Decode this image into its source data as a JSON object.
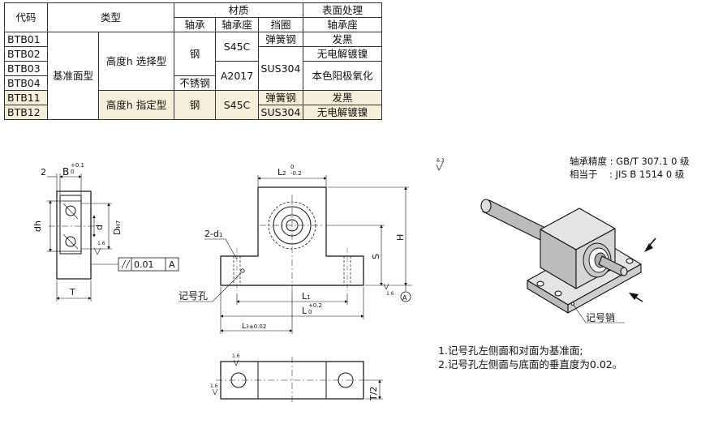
{
  "table": {
    "headers": {
      "code": "代码",
      "type": "类型",
      "material": "材质",
      "surface": "表面处理",
      "bearing": "轴承",
      "housing": "轴承座",
      "ring": "挡圈",
      "surface_housing": "轴承座"
    },
    "codes": [
      "BTB01",
      "BTB02",
      "BTB03",
      "BTB04",
      "BTB11",
      "BTB12"
    ],
    "type_main": "基准面型",
    "subtype_select": "高度h 选择型",
    "subtype_fixed": "高度h 指定型",
    "bearing_steel": "钢",
    "bearing_stainless": "不锈钢",
    "housing_s45c": "S45C",
    "housing_a2017": "A2017",
    "ring_spring": "弹簧钢",
    "ring_sus": "SUS304",
    "surf_black": "发黑",
    "surf_nickel": "无电解镀镍",
    "surf_anodize": "本色阳极氧化",
    "fixed_bearing": "钢",
    "fixed_housing": "S45C",
    "fixed_ring1": "弹簧钢",
    "fixed_ring2": "SUS304",
    "fixed_surf1": "发黑",
    "fixed_surf2": "无电解镀镍"
  },
  "drawing": {
    "dim_2": "2",
    "dim_B": "B",
    "dim_B_tol_up": "+0.1",
    "dim_B_tol_low": "0",
    "dim_dh": "dh",
    "dim_d": "d",
    "dim_DH7": "D",
    "dim_DH7_sub": "H7",
    "dim_T": "T",
    "rough_16": "1.6",
    "rough_63": "6.3",
    "parallel_val": "0.01",
    "datum_A": "A",
    "dim_L2": "L",
    "dim_L2_sub": "2",
    "dim_L2_up": "0",
    "dim_L2_low": "-0.2",
    "dim_2d1": "2-d",
    "dim_2d1_sub": "1",
    "dim_H": "H",
    "dim_S": "S",
    "dim_L1": "L",
    "dim_L1_sub": "1",
    "dim_L": "L",
    "dim_L_up": "+0.2",
    "dim_L_low": "0",
    "dim_L3": "L",
    "dim_L3_sub": "3",
    "dim_L3_tol": "±0.02",
    "mark_hole": "记号孔",
    "dim_T2": "T/2",
    "mark_pin": "记号销"
  },
  "precision": {
    "line1": "轴承精度 : GB/T 307.1 0 级",
    "line2_label": "相当于",
    "line2_value": ": JIS B 1514 0 级"
  },
  "notes": {
    "n1": "1.记号孔左侧面和对面为基准面;",
    "n2": "2.记号孔左侧面与底面的垂直度为0.02。"
  }
}
